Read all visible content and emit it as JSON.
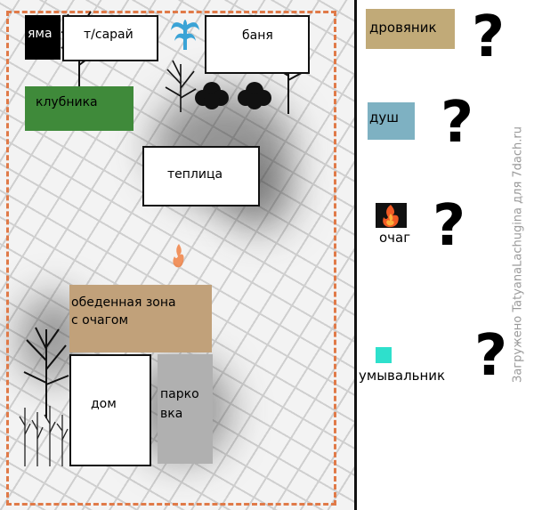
{
  "plan": {
    "yama": "яма",
    "saray": "т/сарай",
    "banya": "баня",
    "klubnika": "клубника",
    "teplica": "теплица",
    "zona_line1": "обеденная зона",
    "zona_line2": "с очагом",
    "dom": "дом",
    "parkovka_line1": "парко",
    "parkovka_line2": "вка"
  },
  "legend": {
    "drovyanik": "дровяник",
    "dush": "душ",
    "ochag": "очаг",
    "umyvalnik": "умывальник",
    "qmark": "?"
  },
  "watermark": "Загружено TatyanaLachugina для 7dach.ru",
  "colors": {
    "border": "#e07a48",
    "klubnika": "#3f8a3a",
    "zona": "#c1a17a",
    "parkovka": "#b0b0b0",
    "drovyanik": "#c1aa78",
    "dush": "#7eb1c2",
    "umyvalnik": "#2ee0cc"
  }
}
